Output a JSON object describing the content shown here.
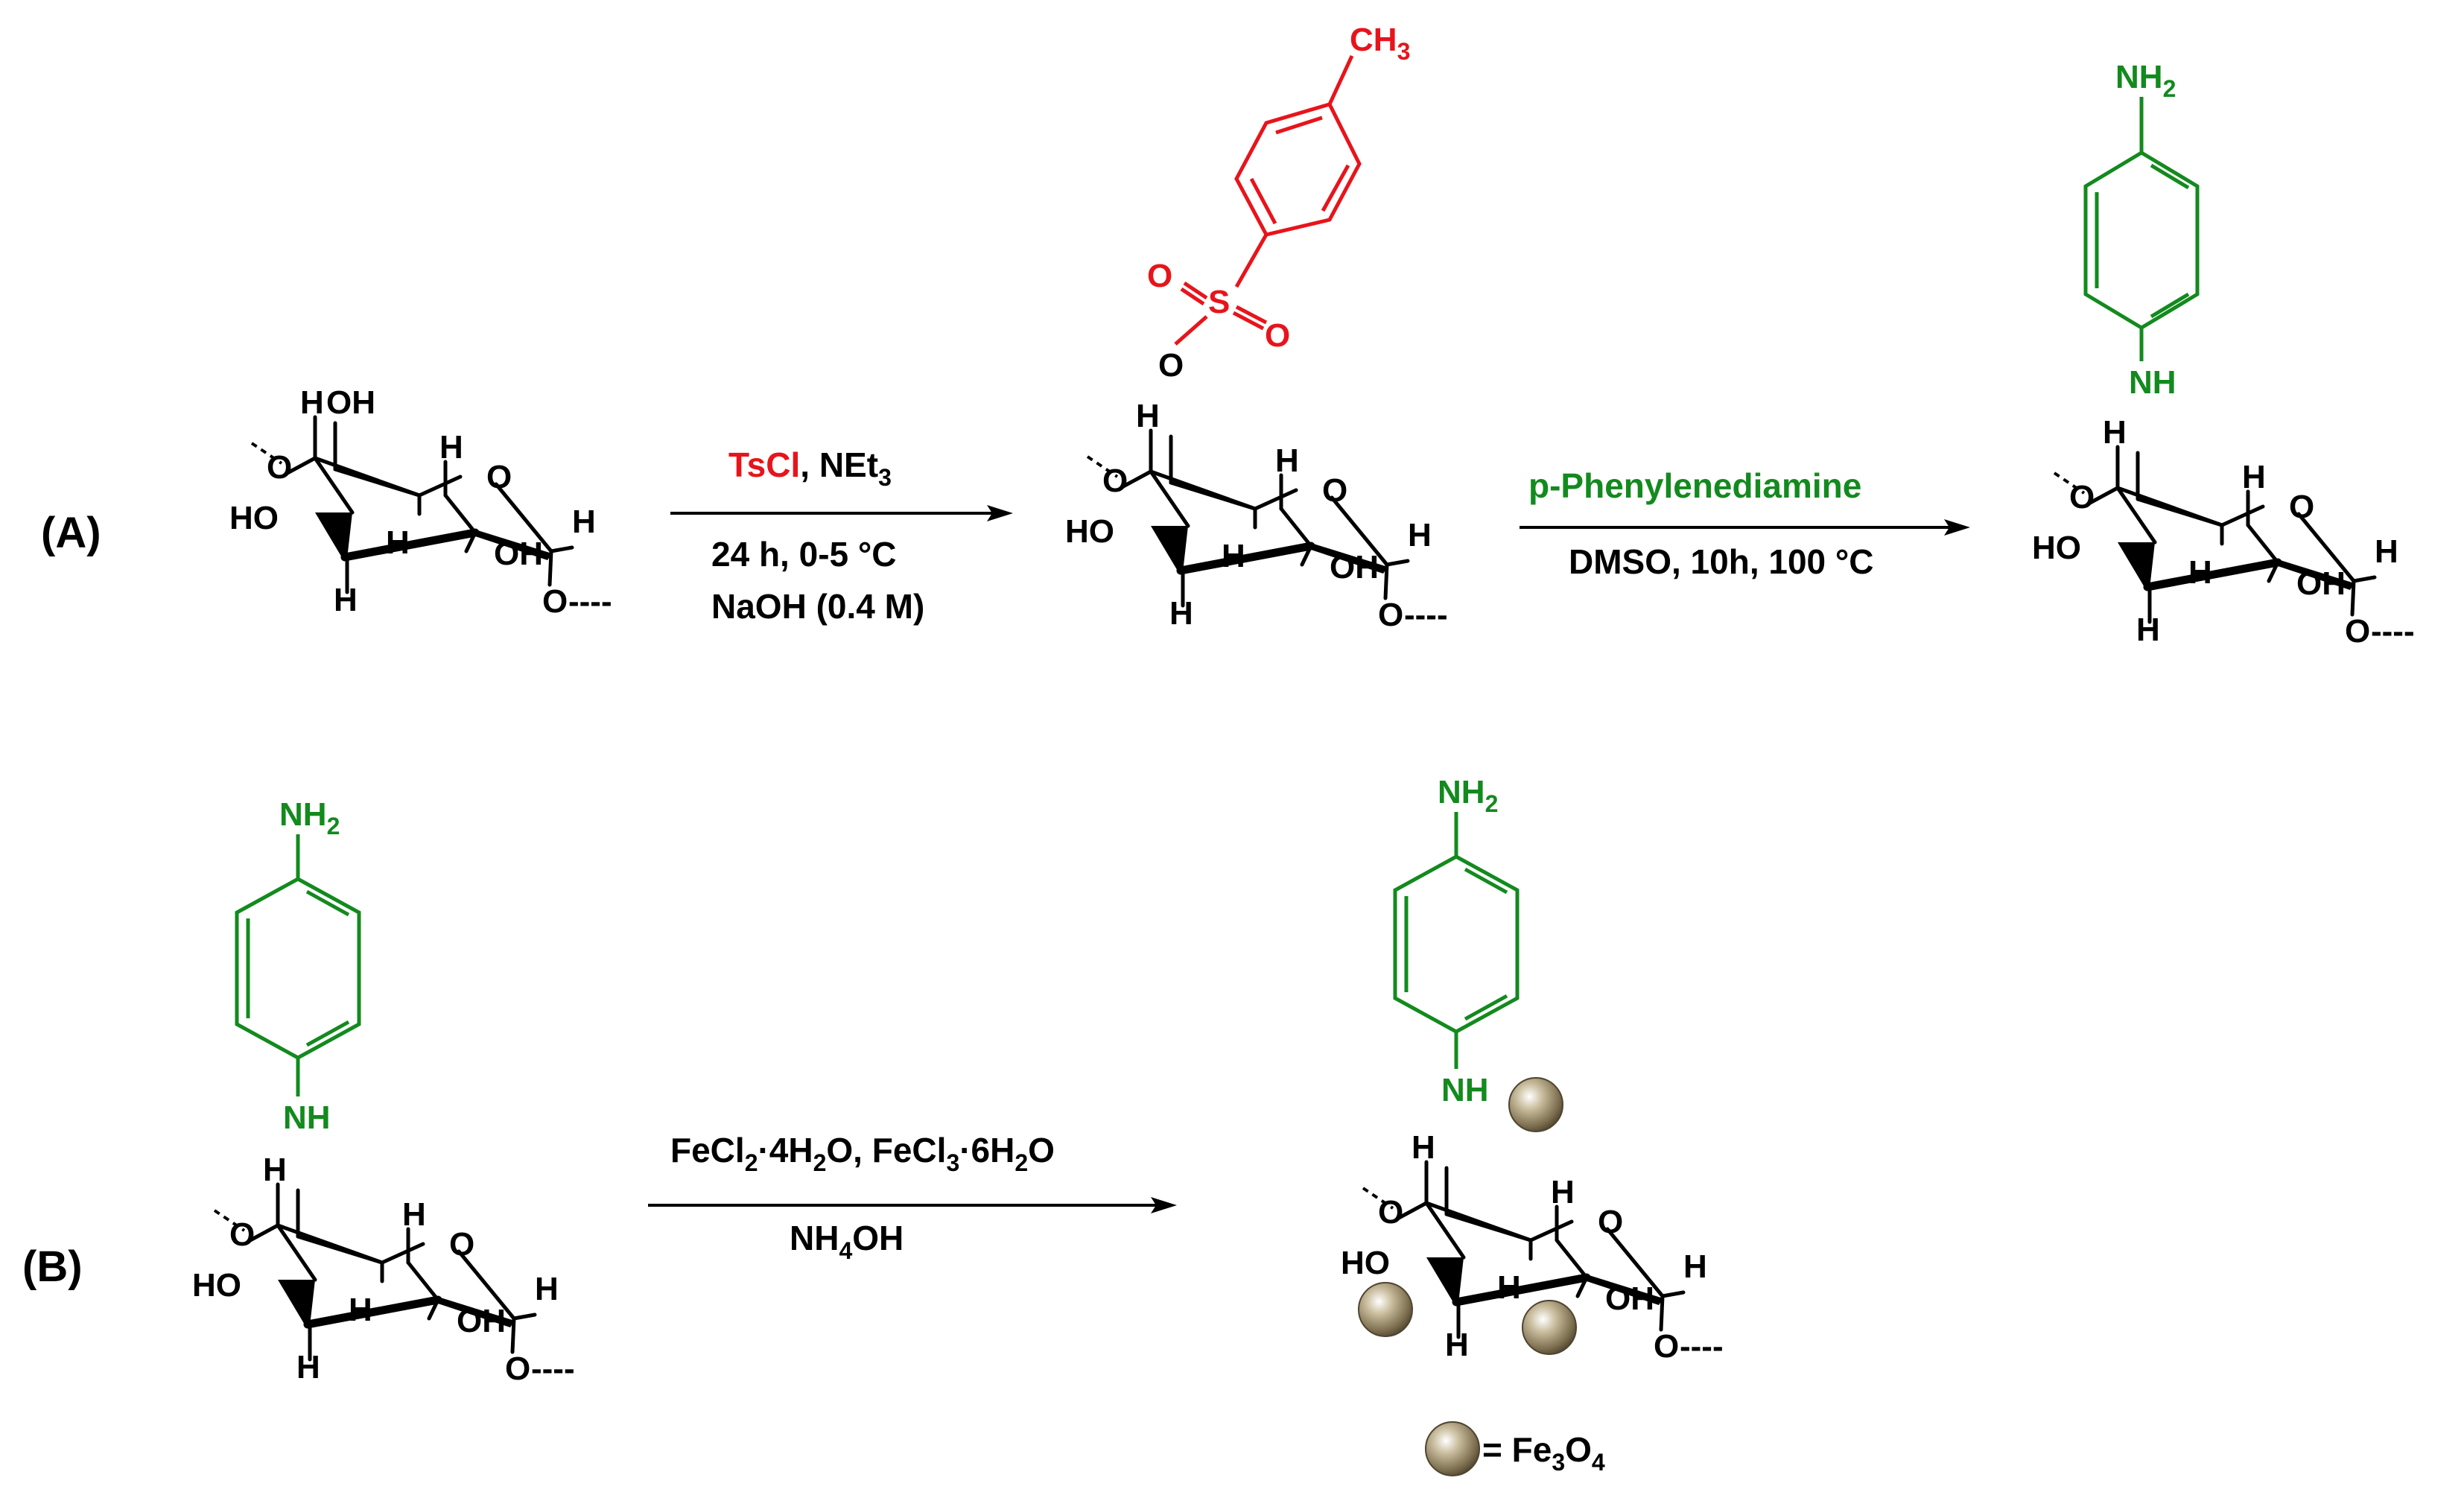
{
  "colors": {
    "black": "#000000",
    "red": "#e8141b",
    "green": "#138a1e",
    "sphere": "#8a7c5e"
  },
  "atoms": {
    "H": "H",
    "OH": "OH",
    "HO": "HO",
    "O": "O",
    "S": "S",
    "NH": "NH",
    "NH_label": "NH",
    "H_sub": "2",
    "CH": "CH",
    "CH_sub": "3",
    "dashes": "----"
  },
  "panel_a": {
    "label": "(A)",
    "arrow1": {
      "reagent_red": "TsCl",
      "reagent_rest": ", NEt",
      "reagent_sub": "3",
      "line2": "24 h, 0-5 °C",
      "line3": "NaOH (0.4 M)"
    },
    "arrow2": {
      "reagent": "p-Phenylenediamine",
      "conditions": "DMSO, 10h, 100 °C"
    }
  },
  "panel_b": {
    "label": "(B)",
    "arrow": {
      "line1_a": "FeCl",
      "line1_sub1": "2",
      "line1_b": "·4H",
      "line1_sub2": "2",
      "line1_c": "O, FeCl",
      "line1_sub3": "3",
      "line1_d": "·6H",
      "line1_sub4": "2",
      "line1_e": "O",
      "line2_a": "NH",
      "line2_sub": "4",
      "line2_b": "OH"
    },
    "legend": {
      "eq": "= Fe",
      "sub1": "3",
      "mid": "O",
      "sub2": "4"
    }
  }
}
